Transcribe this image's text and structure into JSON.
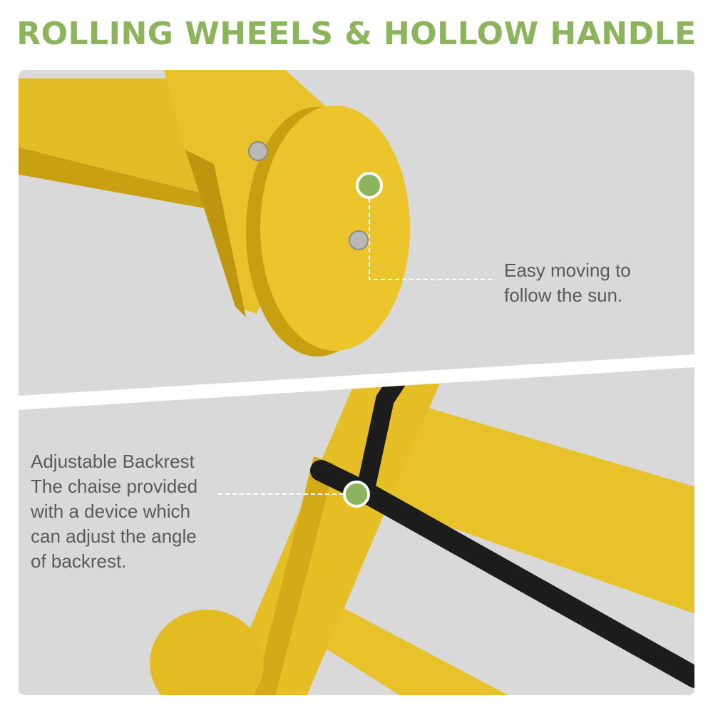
{
  "title": "ROLLING WHEELS & HOLLOW HANDLE",
  "colors": {
    "accent": "#8cb45c",
    "panel": "#d9d9d9",
    "wood": "#e8c22a",
    "wood_dark": "#c99f12",
    "handle": "#1c1c1c"
  },
  "callouts": [
    {
      "lines": [
        "Easy moving to",
        "follow the sun."
      ]
    },
    {
      "lines": [
        "Adjustable Backrest",
        "The chaise provided",
        "with a device which",
        "can adjust the angle",
        "of backrest."
      ]
    }
  ]
}
